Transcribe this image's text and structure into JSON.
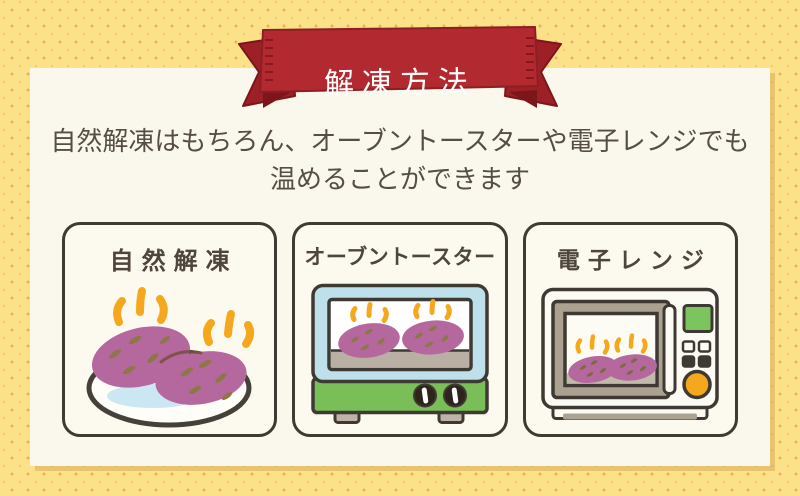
{
  "banner": {
    "title": "解凍方法"
  },
  "intro": {
    "lines": [
      "自然解凍はもちろん、オーブントースターや電子レンジでも",
      "温めることができます"
    ]
  },
  "methods": [
    {
      "label": "自然解凍",
      "icon": "sweet-potatoes-on-plate-icon"
    },
    {
      "label": "オーブントースター",
      "icon": "toaster-oven-icon"
    },
    {
      "label": "電子レンジ",
      "icon": "microwave-icon"
    }
  ],
  "colors": {
    "background_yellow": "#FBE288",
    "dot_orange": "#F4B05C",
    "panel_cream": "#FAF8EC",
    "ribbon_red": "#B2292F",
    "ribbon_dark_red": "#9C2026",
    "text_brown": "#564E43",
    "card_border": "#3F3A33",
    "potato_purple": "#B4689E",
    "potato_speckle": "#8D7747",
    "steam_orange": "#F5A71D",
    "toaster_blue": "#BDE0EA",
    "toaster_green": "#7ABE58",
    "microwave_screen_green": "#7CC45E",
    "microwave_button_orange": "#F5A71D"
  }
}
